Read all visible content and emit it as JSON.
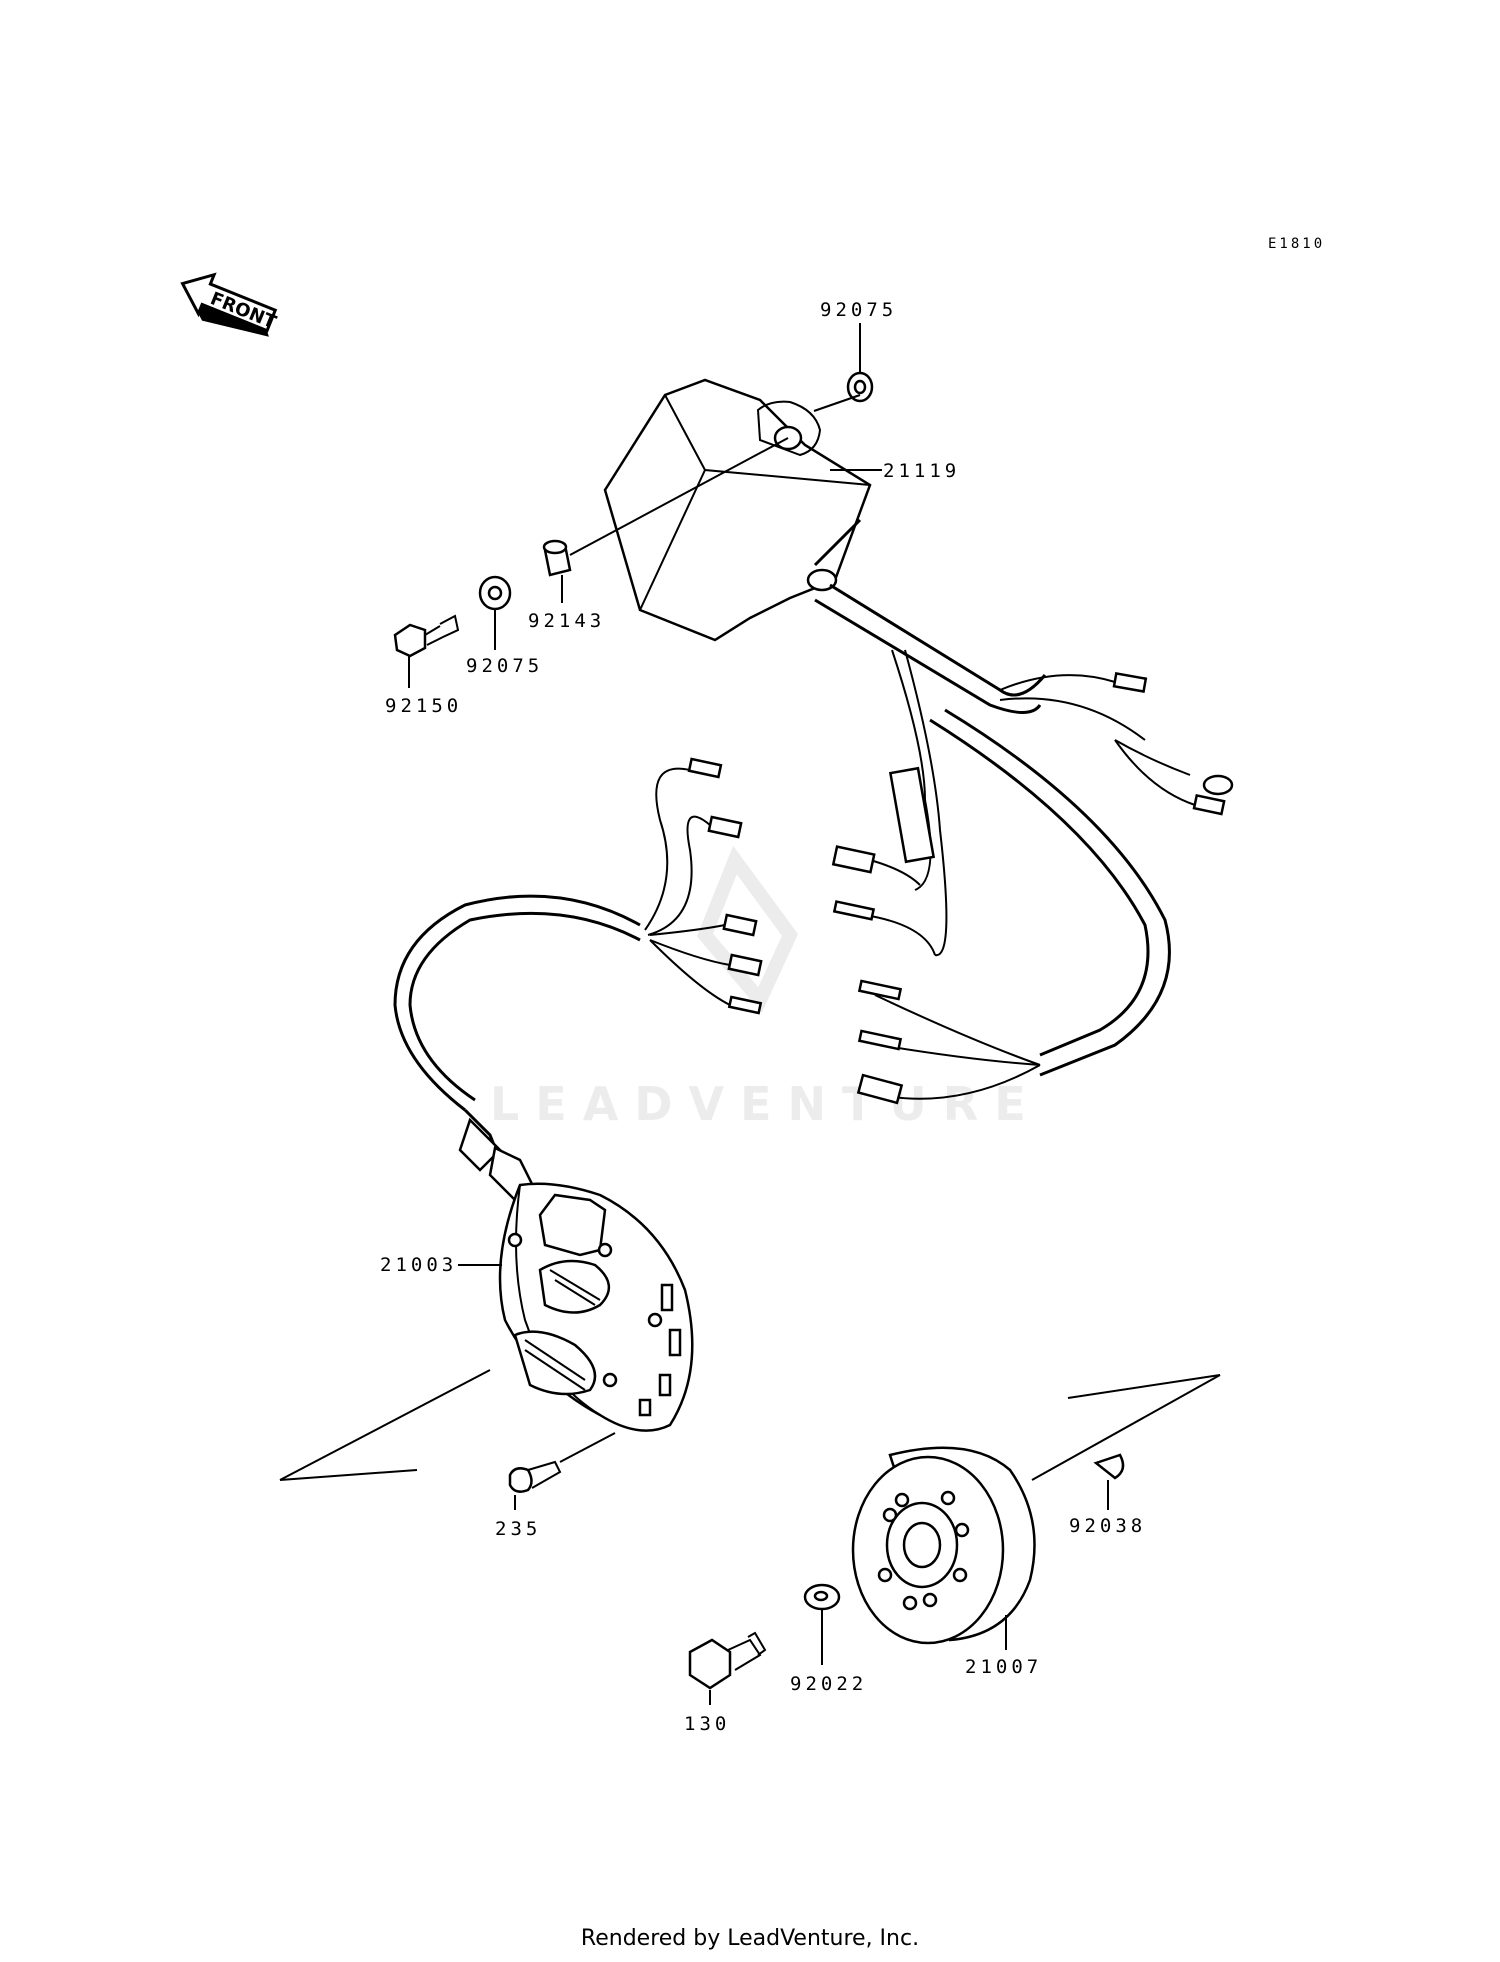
{
  "diagram_code": "E1810",
  "front_label": "FRONT",
  "watermark": "LEADVENTURE",
  "footer": "Rendered by LeadVenture, Inc.",
  "parts": {
    "p92075_top": "92075",
    "p21119": "21119",
    "p92143": "92143",
    "p92075_left": "92075",
    "p92150": "92150",
    "p21003": "21003",
    "p235": "235",
    "p92038": "92038",
    "p21007": "21007",
    "p92022": "92022",
    "p130": "130"
  }
}
